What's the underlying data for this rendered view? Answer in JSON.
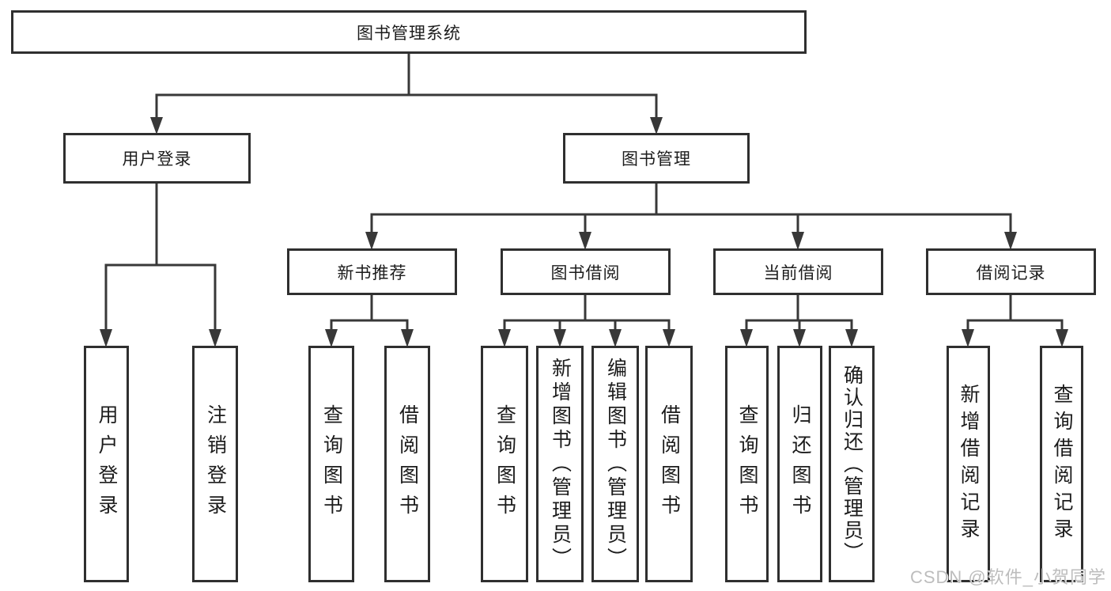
{
  "nodes": {
    "root": "图书管理系统",
    "user_login": "用户登录",
    "book_mgmt": "图书管理",
    "new_recommend": "新书推荐",
    "book_borrow": "图书借阅",
    "current_borrow": "当前借阅",
    "borrow_record": "借阅记录",
    "login": "用户登录",
    "logout": "注销登录",
    "nr_query_book": "查询图书",
    "nr_borrow_book": "借阅图书",
    "bb_query_book": "查询图书",
    "bb_add_book": "新增图书（管理员）",
    "bb_edit_book": "编辑图书（管理员）",
    "bb_borrow_book": "借阅图书",
    "cb_query_book": "查询图书",
    "cb_return_book": "归还图书",
    "cb_confirm_return": "确认归还（管理员）",
    "br_add_record": "新增借阅记录",
    "br_query_record": "查询借阅记录"
  },
  "watermark": {
    "text": "CSDN @软件_小贺同学"
  },
  "colors": {
    "background": "#ffffff",
    "line": "#383838",
    "box_border": "#2f2f2f",
    "text": "#1c1c1c",
    "watermark": "#bdbdbd"
  }
}
